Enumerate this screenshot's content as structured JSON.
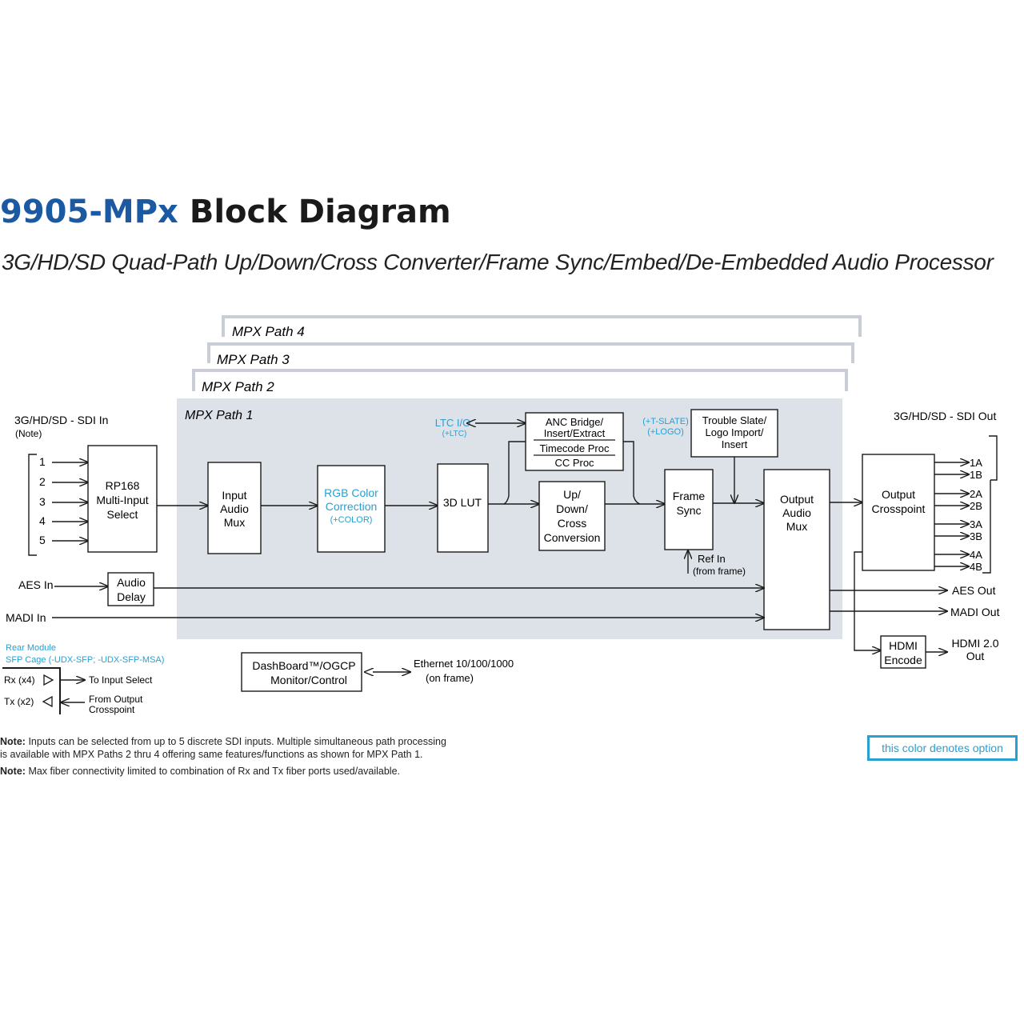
{
  "title": {
    "model": "9905-MPx",
    "rest": "Block Diagram"
  },
  "subtitle": "3G/HD/SD Quad-Path Up/Down/Cross Converter/Frame Sync/Embed/De-Embedded Audio Processor",
  "paths": {
    "p4": "MPX Path 4",
    "p3": "MPX Path 3",
    "p2": "MPX Path 2",
    "p1": "MPX Path 1"
  },
  "inputs": {
    "sdi_label": "3G/HD/SD - SDI In",
    "sdi_note": "(Note)",
    "numbers": [
      "1",
      "2",
      "3",
      "4",
      "5"
    ],
    "aes": "AES In",
    "madi": "MADI In"
  },
  "blocks": {
    "rp168": [
      "RP168",
      "Multi-Input",
      "Select"
    ],
    "audio_delay": [
      "Audio",
      "Delay"
    ],
    "input_audio_mux": [
      "Input",
      "Audio",
      "Mux"
    ],
    "rgb": [
      "RGB Color",
      "Correction"
    ],
    "rgb_opt": "(+COLOR)",
    "lut": "3D LUT",
    "ltc": "LTC I/O",
    "ltc_opt": "(+LTC)",
    "anc": [
      "ANC Bridge/",
      "Insert/Extract"
    ],
    "timecode": "Timecode Proc",
    "cc": "CC Proc",
    "updown": [
      "Up/",
      "Down/",
      "Cross",
      "Conversion"
    ],
    "slate_opt": [
      "(+T-SLATE)",
      "(+LOGO)"
    ],
    "trouble": [
      "Trouble Slate/",
      "Logo Import/",
      "Insert"
    ],
    "frame_sync": [
      "Frame",
      "Sync"
    ],
    "ref_in": [
      "Ref In",
      "(from frame)"
    ],
    "output_audio_mux": [
      "Output",
      "Audio",
      "Mux"
    ],
    "output_crosspoint": [
      "Output",
      "Crosspoint"
    ],
    "hdmi_encode": [
      "HDMI",
      "Encode"
    ]
  },
  "outputs": {
    "sdi_label": "3G/HD/SD - SDI Out",
    "ports": [
      "1A",
      "1B",
      "2A",
      "2B",
      "3A",
      "3B",
      "4A",
      "4B"
    ],
    "aes": "AES Out",
    "madi": "MADI Out",
    "hdmi": [
      "HDMI 2.0",
      "Out"
    ]
  },
  "rear_module": {
    "title": [
      "Rear Module",
      "SFP Cage (-UDX-SFP; -UDX-SFP-MSA)"
    ],
    "rx": "Rx (x4)",
    "tx": "Tx (x2)",
    "rx_dest": "To Input Select",
    "tx_src": [
      "From Output",
      "Crosspoint"
    ]
  },
  "dashboard": {
    "box": [
      "DashBoard™/OGCP",
      "Monitor/Control"
    ],
    "ethernet": [
      "Ethernet 10/100/1000",
      "(on frame)"
    ]
  },
  "notes": [
    {
      "label": "Note:",
      "lines": [
        "Inputs can be selected from up to 5 discrete SDI inputs. Multiple simultaneous path processing",
        "is available with MPX Paths 2 thru 4 offering same features/functions as shown for MPX Path 1."
      ]
    },
    {
      "label": "Note:",
      "lines": [
        "Max fiber connectivity limited to combination of Rx and Tx fiber ports used/available."
      ]
    }
  ],
  "legend": "this color denotes option",
  "colors": {
    "option_blue": "#2a9fd0",
    "title_blue": "#1b5aa3",
    "path_panel": "#dde2e9",
    "path_frame": "#c9ced6"
  }
}
